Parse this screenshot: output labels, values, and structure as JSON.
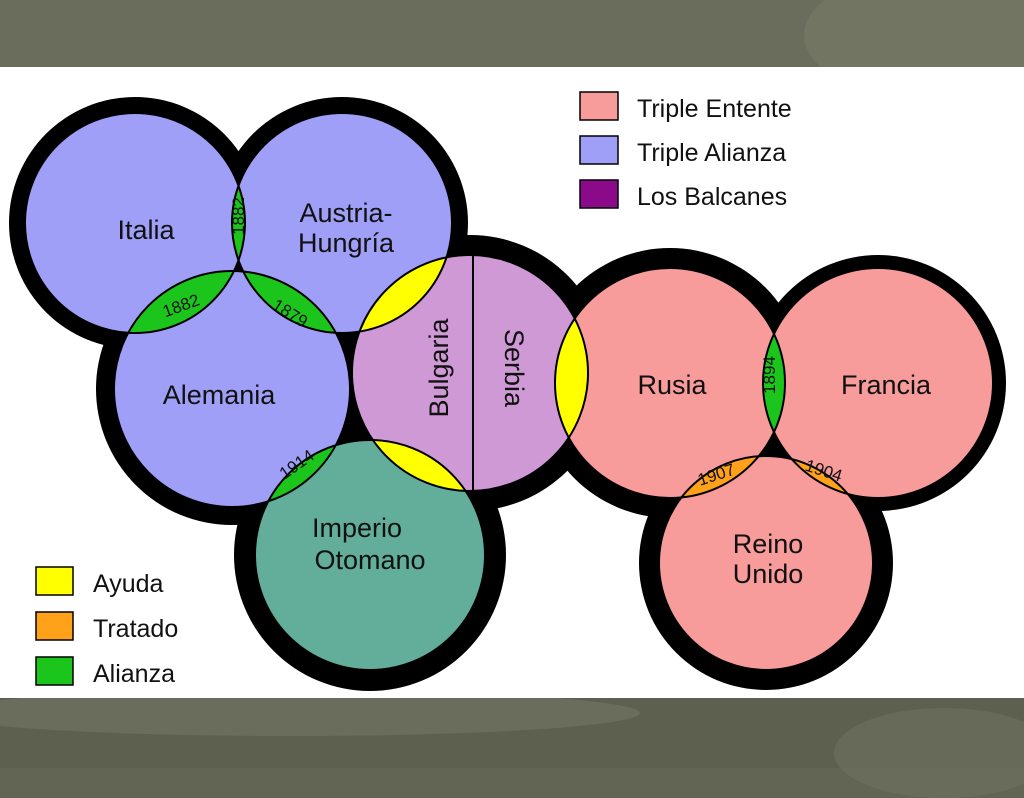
{
  "colors": {
    "triple_entente": "#f79b9b",
    "triple_alianza": "#9f9ff7",
    "balcanes_light": "#cf99d6",
    "balcanes_swatch": "#8a0a8a",
    "imperio_otomano": "#63ad9b",
    "ayuda": "#ffff00",
    "tratado": "#ffa21a",
    "alianza": "#1cc51c",
    "outline": "#000000"
  },
  "nations": {
    "italia": "Italia",
    "austria_line1": "Austria-",
    "austria_line2": "Hungría",
    "alemania": "Alemania",
    "bulgaria": "Bulgaria",
    "serbia": "Serbia",
    "rusia": "Rusia",
    "francia": "Francia",
    "reino_line1": "Reino",
    "reino_line2": "Unido",
    "imperio_line1": "Imperio",
    "imperio_line2": "Otomano"
  },
  "years": {
    "italia_austria": "1882",
    "italia_alemania": "1882",
    "austria_alemania": "1879",
    "alemania_otomano": "1914",
    "rusia_francia": "1894",
    "rusia_reino": "1907",
    "francia_reino": "1904"
  },
  "legend_top": [
    {
      "label": "Triple Entente",
      "color": "#f79b9b"
    },
    {
      "label": "Triple Alianza",
      "color": "#9f9ff7"
    },
    {
      "label": "Los Balcanes",
      "color": "#8a0a8a"
    }
  ],
  "legend_bottom": [
    {
      "label": "Ayuda",
      "color": "#ffff00"
    },
    {
      "label": "Tratado",
      "color": "#ffa21a"
    },
    {
      "label": "Alianza",
      "color": "#1cc51c"
    }
  ]
}
